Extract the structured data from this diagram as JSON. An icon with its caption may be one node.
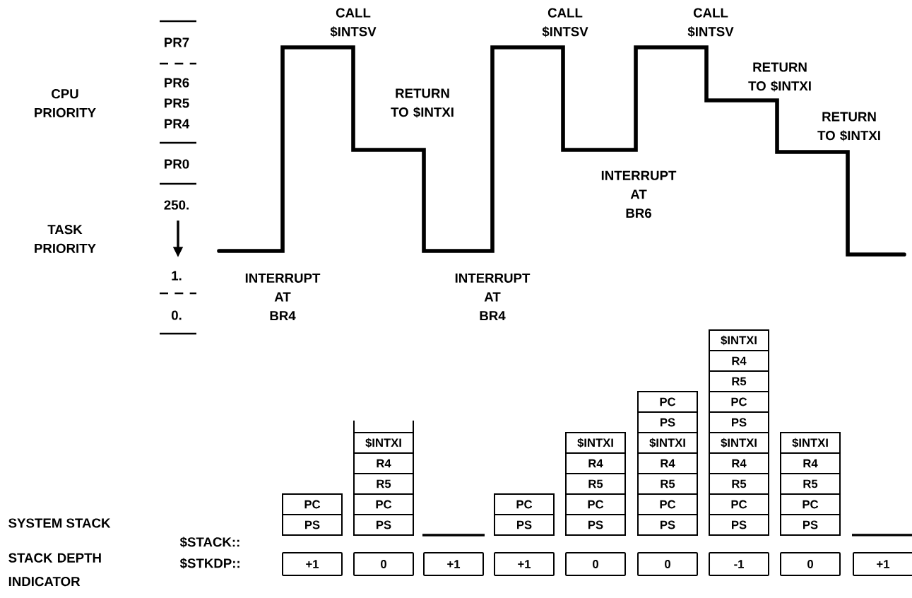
{
  "diagram": {
    "nodes": [
      {
        "text": [
          "PC"
        ]
      },
      {
        "text": [
          "PS"
        ]
      },
      {
        "text": [
          "$INTXI"
        ]
      },
      {
        "text": [
          "R4"
        ]
      },
      {
        "text": [
          "R5"
        ]
      },
      {
        "text": [
          "PC"
        ]
      },
      {
        "text": [
          "PS"
        ]
      },
      {
        "text": [
          "PC"
        ]
      },
      {
        "text": [
          "PS"
        ]
      },
      {
        "text": [
          "$INTXI"
        ]
      },
      {
        "text": [
          "R4"
        ]
      },
      {
        "text": [
          "R5"
        ]
      },
      {
        "text": [
          "PC"
        ]
      },
      {
        "text": [
          "PS"
        ]
      },
      {
        "text": [
          "PC"
        ]
      },
      {
        "text": [
          "PS"
        ]
      },
      {
        "text": [
          "$INTXI"
        ]
      },
      {
        "text": [
          "R4"
        ]
      },
      {
        "text": [
          "R5"
        ]
      },
      {
        "text": [
          "PC"
        ]
      },
      {
        "text": [
          "PS"
        ]
      },
      {
        "text": [
          "$INTXI"
        ]
      },
      {
        "text": [
          "R4"
        ]
      },
      {
        "text": [
          "R5"
        ]
      },
      {
        "text": [
          "PC"
        ]
      },
      {
        "text": [
          "PS"
        ]
      },
      {
        "text": [
          "$INTXI"
        ]
      },
      {
        "text": [
          "R4"
        ]
      },
      {
        "text": [
          "R5"
        ]
      },
      {
        "text": [
          "PC"
        ]
      },
      {
        "text": [
          "PS"
        ]
      },
      {
        "text": [
          "$INTXI"
        ]
      },
      {
        "text": [
          "R4"
        ]
      },
      {
        "text": [
          "R5"
        ]
      },
      {
        "text": [
          "PC"
        ]
      },
      {
        "text": [
          "PS"
        ]
      },
      {
        "text": [
          "+1"
        ]
      },
      {
        "text": [
          "0"
        ]
      },
      {
        "text": [
          "+1"
        ]
      },
      {
        "text": [
          "+1"
        ]
      },
      {
        "text": [
          "0"
        ]
      },
      {
        "text": [
          "0"
        ]
      },
      {
        "text": [
          "-1"
        ]
      },
      {
        "text": [
          "0"
        ]
      },
      {
        "text": [
          "+1"
        ]
      }
    ],
    "labels": [
      "CALL $INTSV",
      "CALL $INTSV",
      "CALL $INTSV",
      "PR7",
      "RETURN TO $INTXI",
      "PR6",
      "PR5",
      "PR4",
      "CPU PRIORITY",
      "RETURN TO $INTXI",
      "RETURN TO $INTXI",
      "PR0",
      "INTERRUPT AT BR6",
      "250.",
      "TASK PRIORITY",
      "1.",
      "INTERRUPT AT BR4",
      "INTERRUPT AT BR4",
      "0.",
      "SYSTEM STACK",
      "$STACK::",
      "STACK DEPTH INDICATOR",
      "$STKDP::"
    ]
  }
}
